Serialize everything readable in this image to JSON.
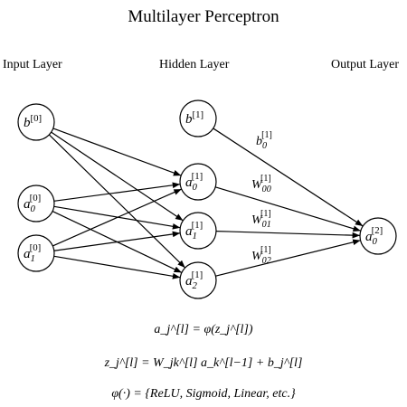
{
  "title": "Multilayer Perceptron",
  "layers": {
    "input": "Input Layer",
    "hidden": "Hidden Layer",
    "output": "Output Layer"
  },
  "nodes": [
    {
      "id": "b0",
      "name": "input-bias-node",
      "base": "b",
      "sub": "",
      "sup": "[0]"
    },
    {
      "id": "a00",
      "name": "input-node-0",
      "base": "a",
      "sub": "0",
      "sup": "[0]"
    },
    {
      "id": "a10",
      "name": "input-node-1",
      "base": "a",
      "sub": "1",
      "sup": "[0]"
    },
    {
      "id": "b1",
      "name": "hidden-bias-node",
      "base": "b",
      "sub": "",
      "sup": "[1]"
    },
    {
      "id": "a01",
      "name": "hidden-node-0",
      "base": "a",
      "sub": "0",
      "sup": "[1]"
    },
    {
      "id": "a11",
      "name": "hidden-node-1",
      "base": "a",
      "sub": "1",
      "sup": "[1]"
    },
    {
      "id": "a21",
      "name": "hidden-node-2",
      "base": "a",
      "sub": "2",
      "sup": "[1]"
    },
    {
      "id": "a02",
      "name": "output-node-0",
      "base": "a",
      "sub": "0",
      "sup": "[2]"
    }
  ],
  "edges": [
    [
      "b0",
      "a01"
    ],
    [
      "b0",
      "a11"
    ],
    [
      "b0",
      "a21"
    ],
    [
      "a00",
      "a01"
    ],
    [
      "a00",
      "a11"
    ],
    [
      "a00",
      "a21"
    ],
    [
      "a10",
      "a01"
    ],
    [
      "a10",
      "a11"
    ],
    [
      "a10",
      "a21"
    ],
    [
      "b1",
      "a02"
    ],
    [
      "a01",
      "a02"
    ],
    [
      "a11",
      "a02"
    ],
    [
      "a21",
      "a02"
    ]
  ],
  "weight_labels": [
    {
      "id": "wb",
      "base": "b",
      "sub": "0",
      "sup": "[1]"
    },
    {
      "id": "w00",
      "base": "W",
      "sub": "00",
      "sup": "[1]"
    },
    {
      "id": "w01",
      "base": "W",
      "sub": "01",
      "sup": "[1]"
    },
    {
      "id": "w02",
      "base": "W",
      "sub": "02",
      "sup": "[1]"
    }
  ],
  "equations": [
    "a_j^[l] = φ(z_j^[l])",
    "z_j^[l] = W_jk^[l] a_k^[l−1] + b_j^[l]",
    "φ(·) = {ReLU, Sigmoid, Linear, etc.}"
  ]
}
